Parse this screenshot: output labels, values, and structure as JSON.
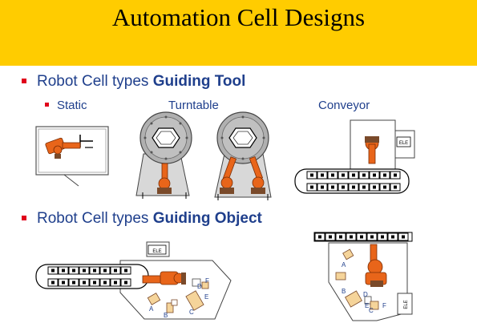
{
  "slide": {
    "title": "Automation Cell Designs",
    "section1": {
      "prefix": "Robot Cell types ",
      "bold": "Guiding Tool"
    },
    "section1_items": [
      "Static",
      "Turntable",
      "Conveyor"
    ],
    "section2": {
      "prefix": "Robot Cell types ",
      "bold": "Guiding Object"
    }
  },
  "diagram_labels": {
    "ele": "ELE",
    "left_cell": [
      "A",
      "B",
      "C",
      "D",
      "E",
      "F"
    ],
    "right_cell": [
      "A",
      "B",
      "C",
      "D",
      "E",
      "F"
    ]
  },
  "colors": {
    "banner": "#ffcc00",
    "text": "#1f3f8c",
    "bullet": "#e0001b",
    "robot": "#e8651a"
  }
}
